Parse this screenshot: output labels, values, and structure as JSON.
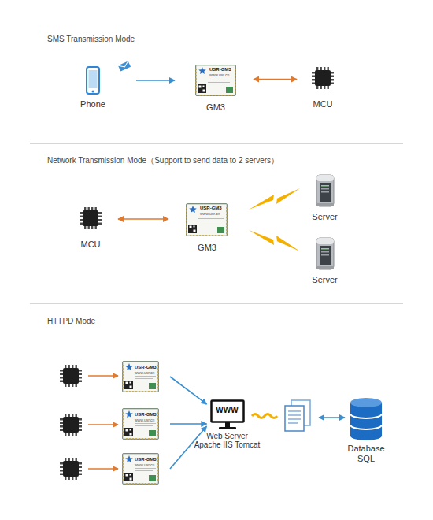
{
  "diagram": {
    "nodes": [
      {
        "text": [
          "Phone"
        ]
      },
      {
        "text": [
          "USR-GM3",
          "www.usr.cn",
          "GM3"
        ]
      },
      {
        "text": [
          "MCU"
        ]
      },
      {
        "text": [
          "MCU"
        ]
      },
      {
        "text": [
          "USR-GM3",
          "www.usr.cn",
          "GM3"
        ]
      },
      {
        "text": [
          "Server"
        ]
      },
      {
        "text": [
          "Server"
        ]
      },
      {
        "text": [
          "USR-GM3",
          "www.usr.cn"
        ]
      },
      {
        "text": [
          "USR-GM3",
          "www.usr.cn"
        ]
      },
      {
        "text": [
          "USR-GM3",
          "www.usr.cn"
        ]
      },
      {
        "text": [
          "WWW",
          "Web Server Apache IIS Tomcat"
        ]
      },
      {
        "text": [
          "Database SQL"
        ]
      }
    ],
    "edges": [
      {
        "from": 0,
        "to": 1,
        "arrow": "to"
      },
      {
        "from": 1,
        "to": 2,
        "arrow": "both"
      },
      {
        "from": 3,
        "to": 4,
        "arrow": "both"
      },
      {
        "from": 7,
        "to": 10,
        "arrow": "to"
      },
      {
        "from": 8,
        "to": 10,
        "arrow": "to"
      },
      {
        "from": 9,
        "to": 10,
        "arrow": "to"
      }
    ],
    "labels": [
      "SMS Transmission Mode",
      "Network Transmission Mode（Support to send data to 2 servers）",
      "HTTPD Mode"
    ]
  }
}
